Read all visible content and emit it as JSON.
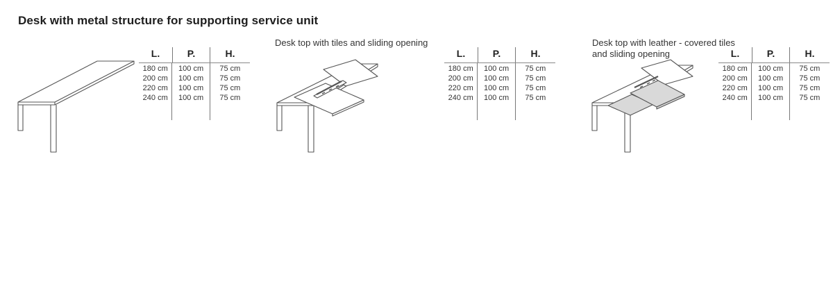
{
  "page": {
    "title": "Desk with metal structure for supporting service unit"
  },
  "headers": {
    "length": "L.",
    "depth": "P.",
    "height": "H."
  },
  "products": [
    {
      "caption_lines": [],
      "rows": [
        [
          "180 cm",
          "100 cm",
          "75 cm"
        ],
        [
          "200 cm",
          "100 cm",
          "75 cm"
        ],
        [
          "220 cm",
          "100 cm",
          "75 cm"
        ],
        [
          "240 cm",
          "100 cm",
          "75 cm"
        ]
      ]
    },
    {
      "caption_lines": [
        "Desk top with tiles and sliding opening"
      ],
      "rows": [
        [
          "180 cm",
          "100 cm",
          "75 cm"
        ],
        [
          "200 cm",
          "100 cm",
          "75 cm"
        ],
        [
          "220 cm",
          "100 cm",
          "75 cm"
        ],
        [
          "240 cm",
          "100 cm",
          "75 cm"
        ]
      ]
    },
    {
      "caption_lines": [
        "Desk top with leather - covered tiles",
        "and sliding opening"
      ],
      "rows": [
        [
          "180 cm",
          "100 cm",
          "75 cm"
        ],
        [
          "200 cm",
          "100 cm",
          "75 cm"
        ],
        [
          "220 cm",
          "100 cm",
          "75 cm"
        ],
        [
          "240 cm",
          "100 cm",
          "75 cm"
        ]
      ]
    }
  ],
  "colors": {
    "line": "#555555",
    "leather_tile": "#d9d9d9",
    "divider": "#777777"
  }
}
